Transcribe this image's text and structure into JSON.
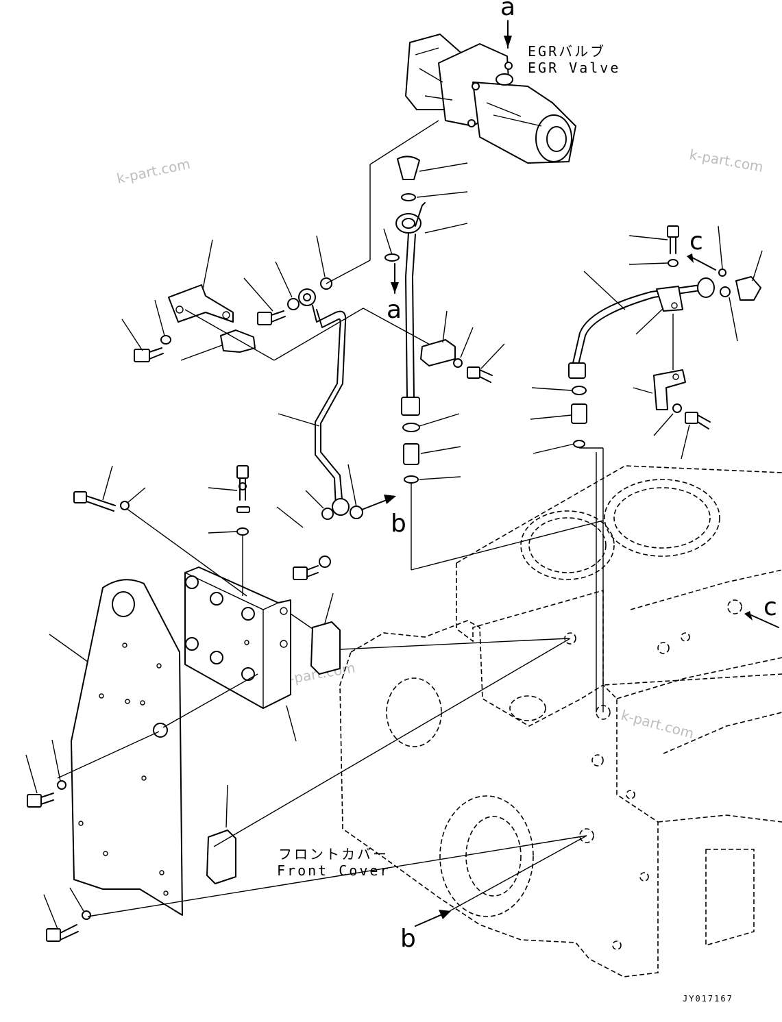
{
  "labels": {
    "egr_valve_jp": "EGRバルブ",
    "egr_valve_en": "EGR Valve",
    "front_cover_jp": "フロントカバー",
    "front_cover_en": "Front Cover"
  },
  "reference_letters": {
    "a_top": "a",
    "a_mid": "a",
    "b_mid": "b",
    "b_bottom": "b",
    "c_top": "c",
    "c_right": "c"
  },
  "watermarks": [
    "k-part.com",
    "k-part.com",
    "k-part.com",
    "k-part.com"
  ],
  "drawing_code": "JY017167",
  "icons": {
    "egr_valve": "egr-valve-icon",
    "engine_block": "engine-block-icon",
    "plate": "mounting-plate-icon",
    "cooler": "egr-cooler-icon"
  }
}
